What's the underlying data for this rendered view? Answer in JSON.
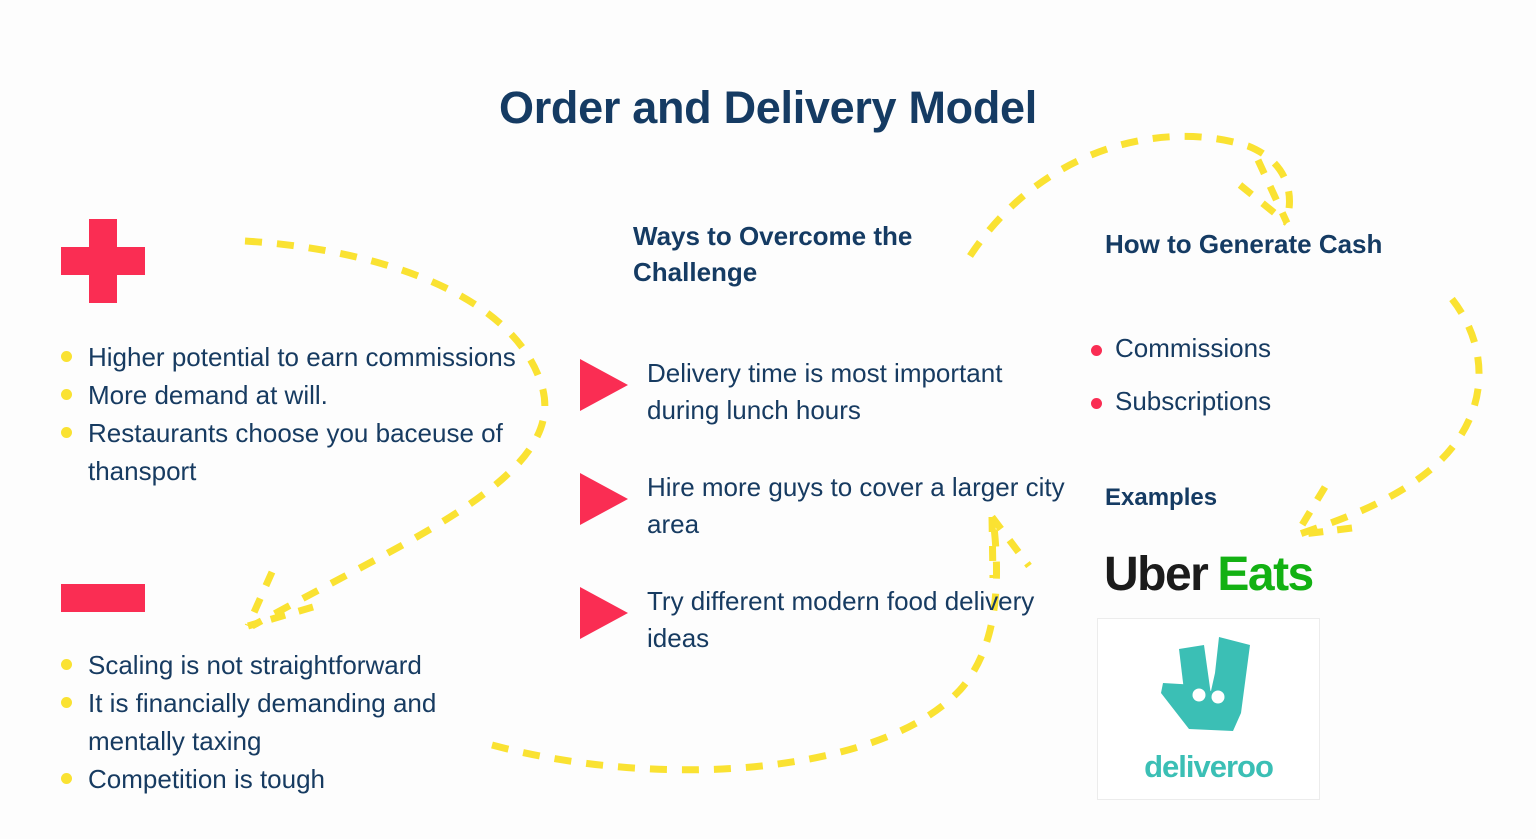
{
  "slide": {
    "title": "Order and Delivery Model",
    "background_color": "#fdfdfd",
    "navy": "#153b63",
    "red": "#fa2d53",
    "yellow": "#fae232",
    "teal": "#3bbfb5",
    "green": "#13b113"
  },
  "left": {
    "plus_icon": "plus-icon",
    "minus_icon": "minus-icon",
    "pros": [
      "Higher potential to earn commissions",
      "More demand at will.",
      "Restaurants choose you baceuse of thansport"
    ],
    "cons": [
      "Scaling is not straightforward",
      "It is financially demanding and mentally taxing",
      "Competition is tough"
    ]
  },
  "middle": {
    "heading": "Ways to Overcome the Challenge",
    "items": [
      "Delivery time is most important during lunch hours",
      "Hire more guys to cover a larger city area",
      "Try different modern food delivery ideas"
    ]
  },
  "right": {
    "heading": "How to Generate Cash",
    "bullets": [
      "Commissions",
      "Subscriptions"
    ],
    "examples_heading": "Examples",
    "logos": {
      "ubereats_part1": "Uber",
      "ubereats_part2": "Eats",
      "deliveroo_word": "deliveroo"
    }
  },
  "decorations": {
    "arrows": [
      "yellow-dashed-arrow-left-loop",
      "yellow-dashed-arrow-top-arc",
      "yellow-dashed-arrow-right-curve",
      "yellow-dashed-arrow-bottom-sweep"
    ]
  }
}
